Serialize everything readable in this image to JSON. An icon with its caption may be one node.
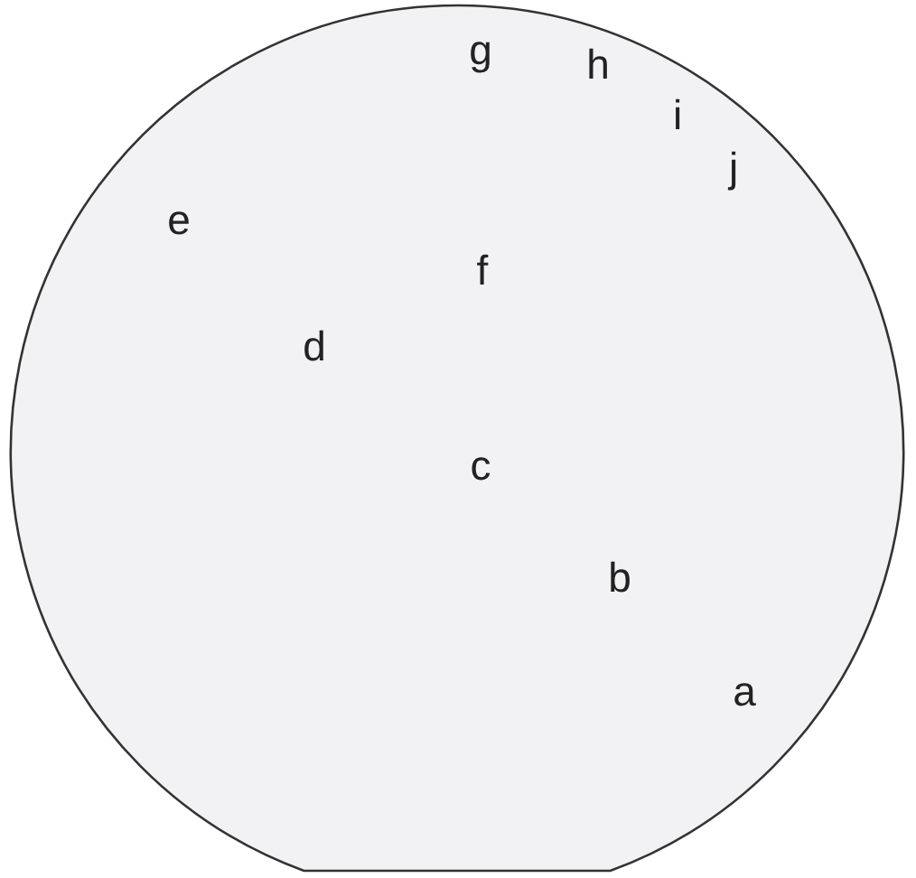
{
  "diagram": {
    "labels": [
      "g",
      "h",
      "i",
      "j",
      "e",
      "f",
      "d",
      "c",
      "b",
      "a"
    ]
  }
}
